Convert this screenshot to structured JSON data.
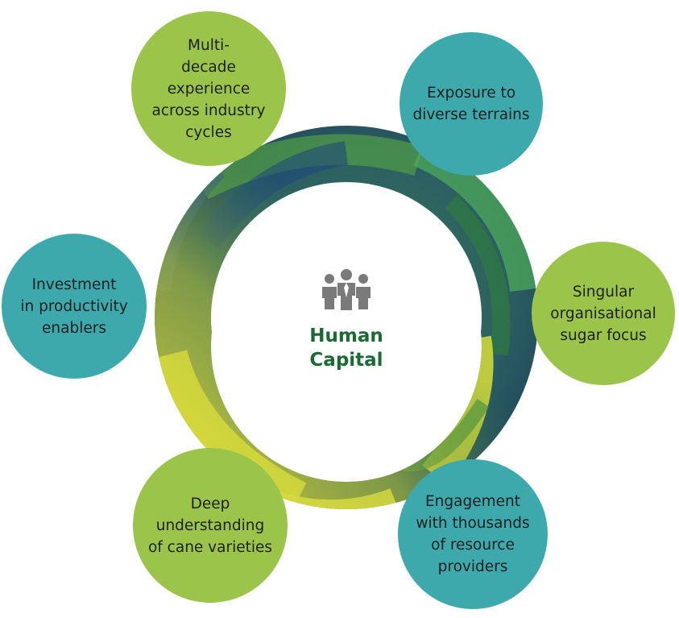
{
  "center": {
    "title_lines": [
      "Human",
      "Capital"
    ],
    "icon": "people-group-icon"
  },
  "colors": {
    "green_bubble": "#9bc44a",
    "teal_bubble": "#3ea9ad",
    "title_green": "#1b6a34",
    "icon_gray": "#7a7a7a"
  },
  "bubbles": [
    {
      "id": "top-left",
      "color": "green",
      "lines": [
        "Multi-",
        "decade",
        "experience",
        "across industry",
        "cycles"
      ]
    },
    {
      "id": "top-right",
      "color": "teal",
      "lines": [
        "Exposure to",
        "diverse terrains"
      ]
    },
    {
      "id": "mid-left",
      "color": "teal",
      "lines": [
        "Investment",
        "in productivity",
        "enablers"
      ]
    },
    {
      "id": "mid-right",
      "color": "green",
      "lines": [
        "Singular",
        "organisational",
        "sugar focus"
      ]
    },
    {
      "id": "bottom-left",
      "color": "green",
      "lines": [
        "Deep",
        "understanding",
        "of cane varieties"
      ]
    },
    {
      "id": "bottom-right",
      "color": "teal",
      "lines": [
        "Engagement",
        "with thousands",
        "of resource",
        "providers"
      ]
    }
  ]
}
